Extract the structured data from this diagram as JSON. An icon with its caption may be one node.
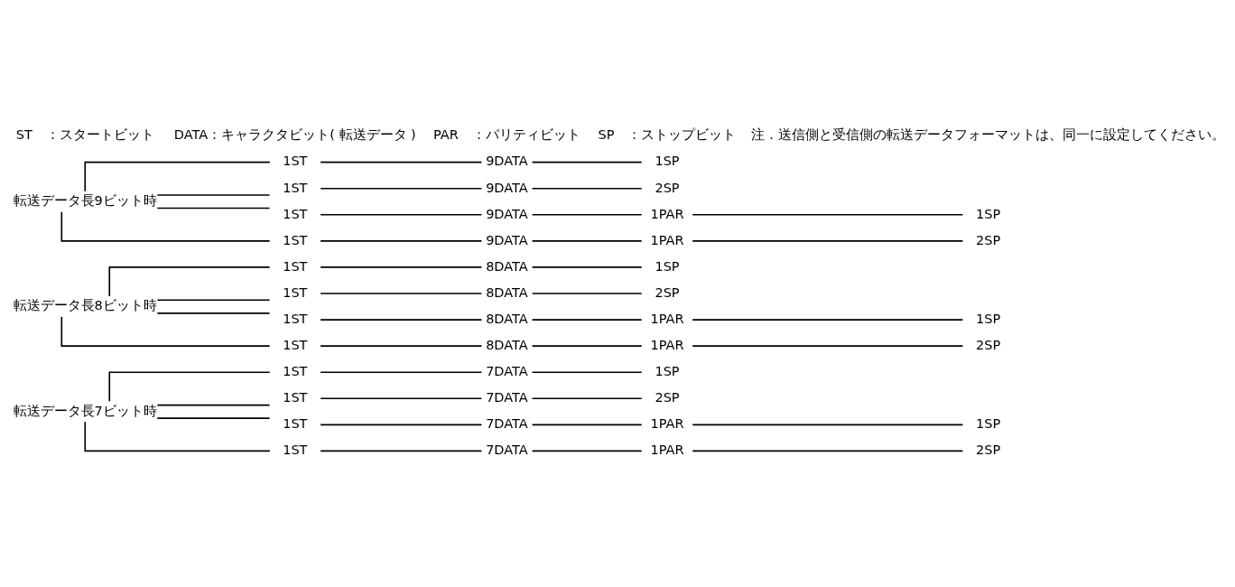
{
  "diagram": {
    "nodes": [
      {
        "text": [
          "転送データ長7ビット時"
        ]
      },
      {
        "text": [
          "1ST"
        ]
      },
      {
        "text": [
          "7DATA"
        ]
      },
      {
        "text": [
          "1SP"
        ]
      },
      {
        "text": [
          "1ST"
        ]
      },
      {
        "text": [
          "7DATA"
        ]
      },
      {
        "text": [
          "2SP"
        ]
      },
      {
        "text": [
          "1ST"
        ]
      },
      {
        "text": [
          "7DATA"
        ]
      },
      {
        "text": [
          "1PAR"
        ]
      },
      {
        "text": [
          "1SP"
        ]
      },
      {
        "text": [
          "1ST"
        ]
      },
      {
        "text": [
          "7DATA"
        ]
      },
      {
        "text": [
          "1PAR"
        ]
      },
      {
        "text": [
          "2SP"
        ]
      },
      {
        "text": [
          "転送データ長8ビット時"
        ]
      },
      {
        "text": [
          "1ST"
        ]
      },
      {
        "text": [
          "8DATA"
        ]
      },
      {
        "text": [
          "1SP"
        ]
      },
      {
        "text": [
          "1ST"
        ]
      },
      {
        "text": [
          "8DATA"
        ]
      },
      {
        "text": [
          "2SP"
        ]
      },
      {
        "text": [
          "1ST"
        ]
      },
      {
        "text": [
          "8DATA"
        ]
      },
      {
        "text": [
          "1PAR"
        ]
      },
      {
        "text": [
          "1SP"
        ]
      },
      {
        "text": [
          "1ST"
        ]
      },
      {
        "text": [
          "8DATA"
        ]
      },
      {
        "text": [
          "1PAR"
        ]
      },
      {
        "text": [
          "2SP"
        ]
      },
      {
        "text": [
          "転送データ長9ビット時"
        ]
      },
      {
        "text": [
          "1ST"
        ]
      },
      {
        "text": [
          "9DATA"
        ]
      },
      {
        "text": [
          "1SP"
        ]
      },
      {
        "text": [
          "1ST"
        ]
      },
      {
        "text": [
          "9DATA"
        ]
      },
      {
        "text": [
          "2SP"
        ]
      },
      {
        "text": [
          "1ST"
        ]
      },
      {
        "text": [
          "9DATA"
        ]
      },
      {
        "text": [
          "1PAR"
        ]
      },
      {
        "text": [
          "1SP"
        ]
      },
      {
        "text": [
          "1ST"
        ]
      },
      {
        "text": [
          "9DATA"
        ]
      },
      {
        "text": [
          "1PAR"
        ]
      },
      {
        "text": [
          "2SP"
        ]
      }
    ],
    "edges": [
      {
        "from": 0,
        "to": 1,
        "arrow": "none"
      },
      {
        "from": 1,
        "to": 2,
        "arrow": "none"
      },
      {
        "from": 2,
        "to": 3,
        "arrow": "none"
      },
      {
        "from": 0,
        "to": 4,
        "arrow": "none"
      },
      {
        "from": 4,
        "to": 5,
        "arrow": "none"
      },
      {
        "from": 5,
        "to": 6,
        "arrow": "none"
      },
      {
        "from": 0,
        "to": 7,
        "arrow": "none"
      },
      {
        "from": 7,
        "to": 8,
        "arrow": "none"
      },
      {
        "from": 8,
        "to": 9,
        "arrow": "none"
      },
      {
        "from": 9,
        "to": 10,
        "arrow": "none"
      },
      {
        "from": 0,
        "to": 11,
        "arrow": "none"
      },
      {
        "from": 11,
        "to": 12,
        "arrow": "none"
      },
      {
        "from": 12,
        "to": 13,
        "arrow": "none"
      },
      {
        "from": 13,
        "to": 14,
        "arrow": "none"
      },
      {
        "from": 15,
        "to": 16,
        "arrow": "none"
      },
      {
        "from": 16,
        "to": 17,
        "arrow": "none"
      },
      {
        "from": 17,
        "to": 18,
        "arrow": "none"
      },
      {
        "from": 15,
        "to": 19,
        "arrow": "none"
      },
      {
        "from": 19,
        "to": 20,
        "arrow": "none"
      },
      {
        "from": 20,
        "to": 21,
        "arrow": "none"
      },
      {
        "from": 15,
        "to": 22,
        "arrow": "none"
      },
      {
        "from": 22,
        "to": 23,
        "arrow": "none"
      },
      {
        "from": 23,
        "to": 24,
        "arrow": "none"
      },
      {
        "from": 24,
        "to": 25,
        "arrow": "none"
      },
      {
        "from": 15,
        "to": 26,
        "arrow": "none"
      },
      {
        "from": 26,
        "to": 27,
        "arrow": "none"
      },
      {
        "from": 27,
        "to": 28,
        "arrow": "none"
      },
      {
        "from": 28,
        "to": 29,
        "arrow": "none"
      },
      {
        "from": 30,
        "to": 31,
        "arrow": "none"
      },
      {
        "from": 31,
        "to": 32,
        "arrow": "none"
      },
      {
        "from": 32,
        "to": 33,
        "arrow": "none"
      },
      {
        "from": 30,
        "to": 34,
        "arrow": "none"
      },
      {
        "from": 34,
        "to": 35,
        "arrow": "none"
      },
      {
        "from": 35,
        "to": 36,
        "arrow": "none"
      },
      {
        "from": 30,
        "to": 37,
        "arrow": "none"
      },
      {
        "from": 37,
        "to": 38,
        "arrow": "none"
      },
      {
        "from": 38,
        "to": 39,
        "arrow": "none"
      },
      {
        "from": 39,
        "to": 40,
        "arrow": "none"
      },
      {
        "from": 30,
        "to": 41,
        "arrow": "none"
      },
      {
        "from": 41,
        "to": 42,
        "arrow": "none"
      },
      {
        "from": 42,
        "to": 43,
        "arrow": "none"
      },
      {
        "from": 43,
        "to": 44,
        "arrow": "none"
      }
    ],
    "labels": [
      "ST　：スタートビット",
      "DATA：キャラクタビット( 転送データ )",
      "PAR　：パリティビット",
      "SP　：ストップビット",
      "注．送信側と受信側の転送データフォーマットは、同一に設定してください。"
    ]
  }
}
